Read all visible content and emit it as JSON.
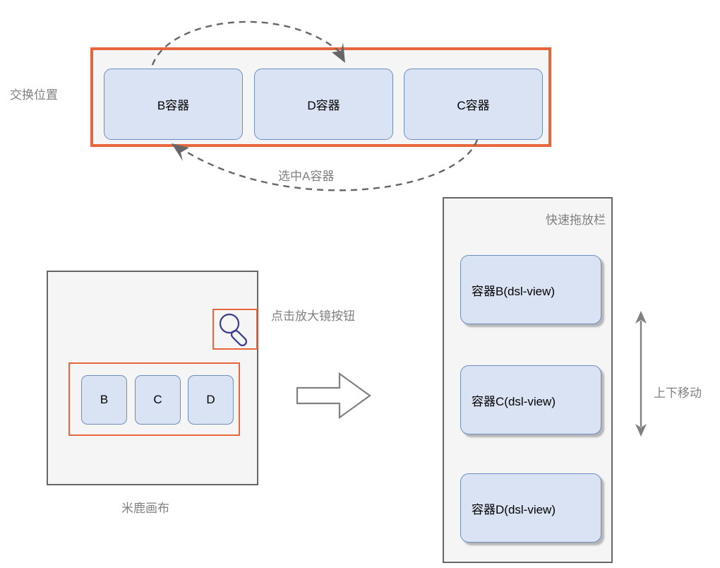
{
  "diagram": {
    "colors": {
      "highlight_orange": "#e8663c",
      "box_fill_blue": "#dae3f3",
      "box_border_blue": "#6c8ebf",
      "panel_fill_gray": "#f5f5f5",
      "panel_border_gray": "#666666",
      "label_gray": "#808080",
      "magnifier_navy": "#3b3b8f"
    },
    "swap_section": {
      "side_label": "交换位置",
      "caption": "选中A容器",
      "boxes": [
        {
          "label": "B容器"
        },
        {
          "label": "D容器"
        },
        {
          "label": "C容器"
        }
      ],
      "swap_arrow_top_name": "swap-arrow-b-to-d",
      "swap_arrow_bottom_name": "swap-arrow-c-to-b"
    },
    "canvas_section": {
      "caption": "米鹿画布",
      "magnifier_icon": "magnifier-icon",
      "items": [
        {
          "label": "B"
        },
        {
          "label": "C"
        },
        {
          "label": "D"
        }
      ]
    },
    "transition": {
      "action_label": "点击放大镜按钮",
      "arrow_icon": "right-arrow-icon"
    },
    "dock_section": {
      "title": "快速拖放栏",
      "items": [
        {
          "label": "容器B(dsl-view)"
        },
        {
          "label": "容器C(dsl-view)"
        },
        {
          "label": "容器D(dsl-view)"
        }
      ],
      "move_label": "上下移动",
      "move_arrow_icon": "up-down-arrow-icon"
    }
  }
}
